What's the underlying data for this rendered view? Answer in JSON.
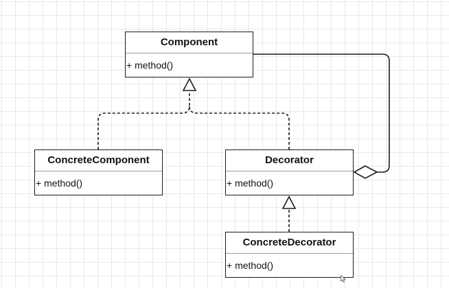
{
  "diagram": {
    "classes": [
      {
        "id": "component",
        "name": "Component",
        "operation": "+ method()"
      },
      {
        "id": "concrete_component",
        "name": "ConcreteComponent",
        "operation": "+ method()"
      },
      {
        "id": "decorator",
        "name": "Decorator",
        "operation": "+ method()"
      },
      {
        "id": "concrete_decorator",
        "name": "ConcreteDecorator",
        "operation": "+ method()"
      }
    ],
    "relationships": [
      {
        "type": "realization",
        "from": "ConcreteComponent",
        "to": "Component"
      },
      {
        "type": "realization",
        "from": "Decorator",
        "to": "Component"
      },
      {
        "type": "aggregation",
        "from": "Decorator",
        "to": "Component"
      },
      {
        "type": "realization",
        "from": "ConcreteDecorator",
        "to": "Decorator"
      }
    ]
  }
}
